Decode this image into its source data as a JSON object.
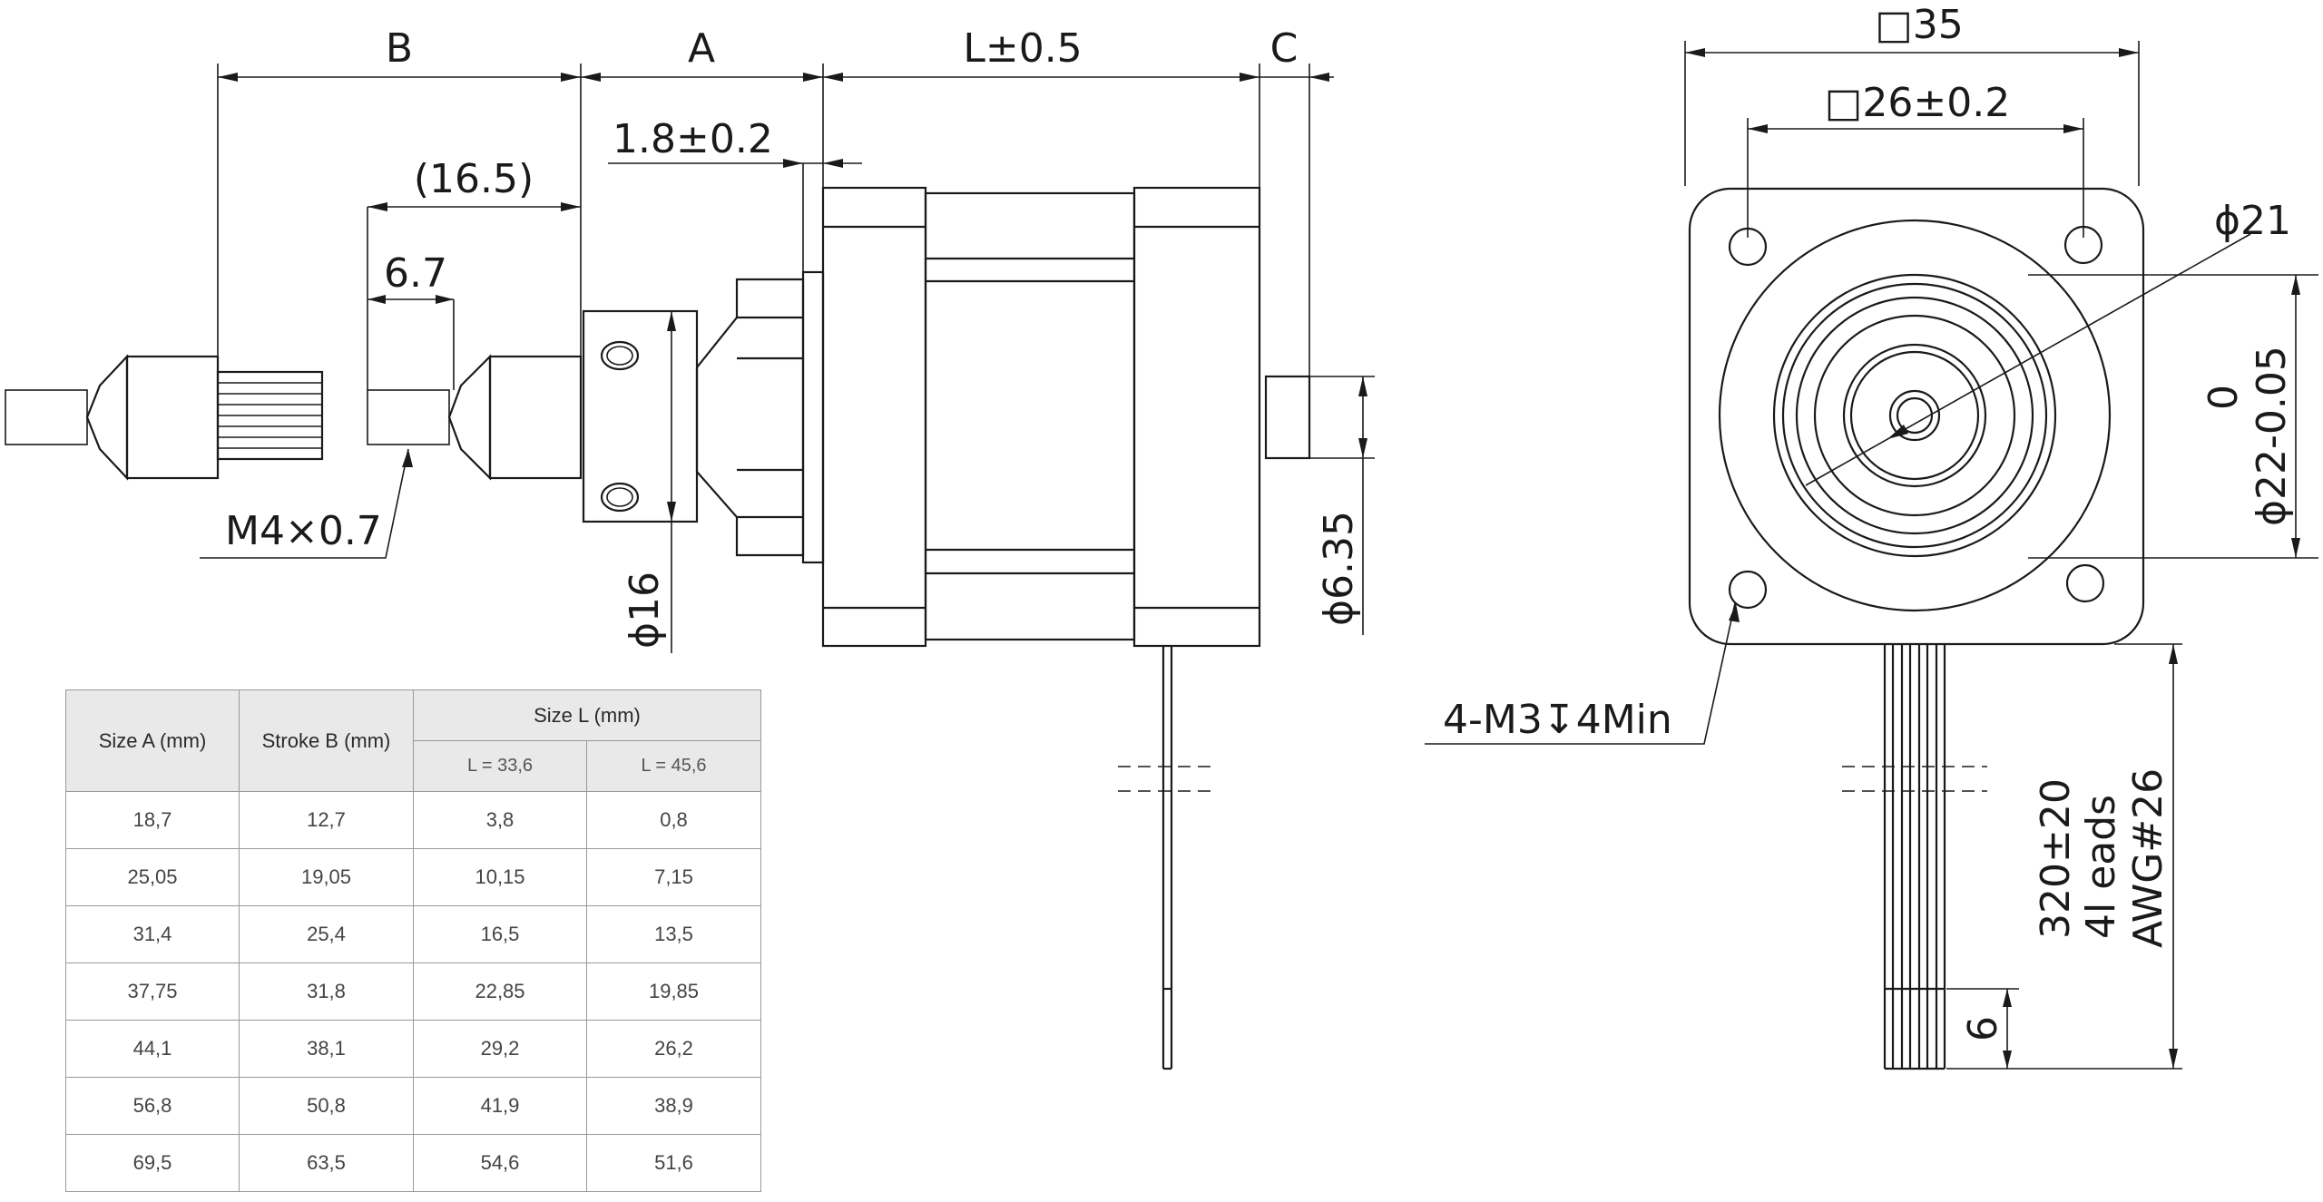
{
  "dimensions": {
    "b": "B",
    "a": "A",
    "l": "L±0.5",
    "c": "C",
    "flange_thickness": "1.8±0.2",
    "nut_length": "(16.5)",
    "thread_length": "6.7",
    "thread": "M4×0.7",
    "nut_diameter": "ϕ16",
    "shaft_diameter": "ϕ6.35",
    "body_square": "□35",
    "hole_spacing": "□26±0.2",
    "boss_diameter": "ϕ21",
    "pilot_tol": "0",
    "pilot_diameter": "ϕ22-0.05",
    "mount_holes": "4-M3",
    "hole_depth_symbol": "↧",
    "hole_depth": "4Min",
    "lead_strip": "6",
    "lead_length": "320±20",
    "lead_count": "4l eads",
    "lead_gauge": "AWG#26"
  },
  "table": {
    "headers": {
      "size_a": "Size A (mm)",
      "stroke_b": "Stroke B (mm)",
      "size_l": "Size L (mm)",
      "l1": "L = 33,6",
      "l2": "L = 45,6"
    },
    "rows": [
      [
        "18,7",
        "12,7",
        "3,8",
        "0,8"
      ],
      [
        "25,05",
        "19,05",
        "10,15",
        "7,15"
      ],
      [
        "31,4",
        "25,4",
        "16,5",
        "13,5"
      ],
      [
        "37,75",
        "31,8",
        "22,85",
        "19,85"
      ],
      [
        "44,1",
        "38,1",
        "29,2",
        "26,2"
      ],
      [
        "56,8",
        "50,8",
        "41,9",
        "38,9"
      ],
      [
        "69,5",
        "63,5",
        "54,6",
        "51,6"
      ]
    ]
  }
}
